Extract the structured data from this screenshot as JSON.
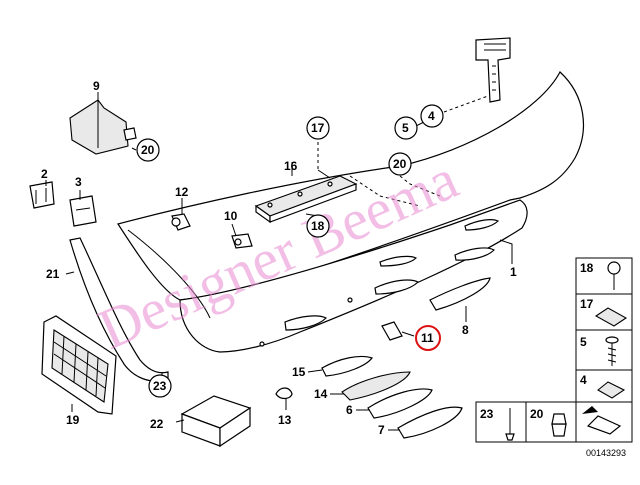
{
  "diagram": {
    "watermark": "Designer Beema",
    "catalog_number": "00143293",
    "callouts": {
      "p1": "1",
      "p2": "2",
      "p3": "3",
      "p4": "4",
      "p5": "5",
      "p6": "6",
      "p7": "7",
      "p8": "8",
      "p9": "9",
      "p10": "10",
      "p11": "11",
      "p12": "12",
      "p13": "13",
      "p14": "14",
      "p15": "15",
      "p16": "16",
      "p17": "17",
      "p18": "18",
      "p19": "19",
      "p20a": "20",
      "p20b": "20",
      "p21": "21",
      "p22": "22",
      "p23": "23"
    },
    "legend": {
      "r18": "18",
      "r17": "17",
      "r5": "5",
      "r4": "4",
      "b23": "23",
      "b20": "20"
    }
  }
}
